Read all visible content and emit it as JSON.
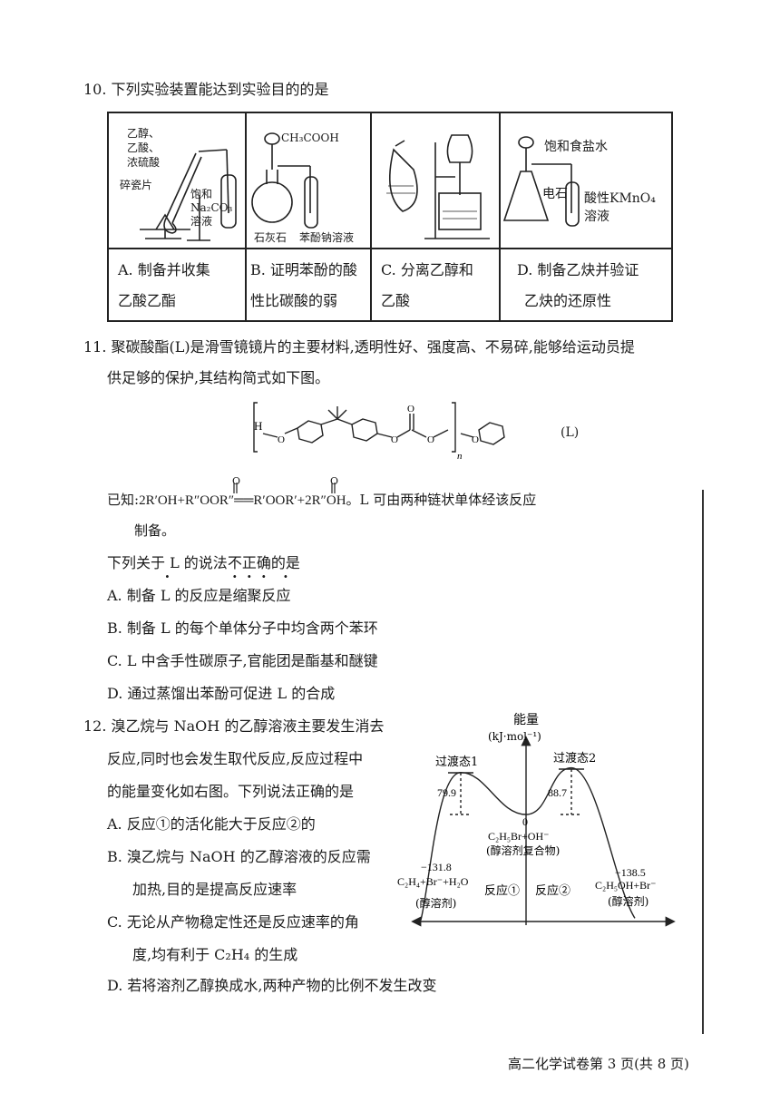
{
  "q10": {
    "stem": "10. 下列实验装置能达到实验目的的是",
    "apparatus": {
      "a": {
        "reagents": [
          "乙醇、",
          "乙酸、",
          "浓硫酸"
        ],
        "chip": "碎瓷片",
        "solution": [
          "饱和",
          "Na₂CO₃",
          "溶液"
        ]
      },
      "b": {
        "top": "CH₃COOH",
        "left": "石灰石",
        "right": "苯酚钠溶液"
      },
      "d": {
        "top": "饱和食盐水",
        "solid": "电石",
        "solution": [
          "酸性KMnO₄",
          "溶液"
        ]
      }
    },
    "captions": [
      [
        "A. 制备并收集",
        "乙酸乙酯"
      ],
      [
        "B. 证明苯酚的酸",
        "性比碳酸的弱"
      ],
      [
        "C. 分离乙醇和",
        "乙酸"
      ],
      [
        "D. 制备乙炔并验证",
        "乙炔的还原性"
      ]
    ]
  },
  "q11": {
    "stem_line1": "11. 聚碳酸酯(L)是滑雪镜镜片的主要材料,透明性好、强度高、不易碎,能够给运动员提",
    "stem_line2": "供足够的保护,其结构简式如下图。",
    "structure_h": "H",
    "structure_o": "O",
    "structure_n": "n",
    "structure_label": "(L)",
    "known_prefix": "已知:",
    "known_eq_left": "2R′OH+R″O",
    "known_eq_mid": "OR″",
    "known_eq_arrow": "══",
    "known_eq_right_a": "R′O",
    "known_eq_right_b": "OR′+2R″OH",
    "carbonyl_o": "O",
    "known_tail": "。L 可由两种链状单体经该反应",
    "known_line2": "制备。",
    "ask_pre": "下列关于 L 的说法",
    "ask_emph": [
      "不",
      "正",
      "确"
    ],
    "ask_post": "的是",
    "options": [
      "A. 制备 L 的反应是缩聚反应",
      "B. 制备 L 的每个单体分子中均含两个苯环",
      "C. L 中含手性碳原子,官能团是酯基和醚键",
      "D. 通过蒸馏出苯酚可促进 L 的合成"
    ]
  },
  "q12": {
    "stem": [
      "12. 溴乙烷与 NaOH 的乙醇溶液主要发生消去",
      "反应,同时也会发生取代反应,反应过程中",
      "的能量变化如右图。下列说法正确的是"
    ],
    "options": {
      "a": "A. 反应①的活化能大于反应②的",
      "b1": "B. 溴乙烷与 NaOH 的乙醇溶液的反应需",
      "b2": "加热,目的是提高反应速率",
      "c1": "C. 无论从产物稳定性还是反应速率的角",
      "c2": "度,均有利于 C₂H₄ 的生成",
      "d": "D. 若将溶剂乙醇换成水,两种产物的比例不发生改变"
    },
    "diagram": {
      "ylabel": "能量",
      "yunit": "(kJ·mol⁻¹)",
      "ts1": "过渡态1",
      "ts2": "过渡态2",
      "ea1": "79.9",
      "ea2": "88.7",
      "zero": "0",
      "center_species": "C₂H₅Br+OH⁻",
      "center_note": "(醇溶剂复合物)",
      "left_value": "−131.8",
      "left_species": "C₂H₄+Br⁻+H₂O",
      "left_note": "(醇溶剂)",
      "right_value": "−138.5",
      "right_species": "C₂H₅OH+Br⁻",
      "right_note": "(醇溶剂)",
      "r1": "反应①",
      "r2": "反应②",
      "chart_data": {
        "type": "line",
        "series": [
          {
            "values": [
              -131.8,
              79.9,
              0,
              88.7,
              -138.5
            ]
          }
        ],
        "categories": [
          "过渡态1",
          "C₂H₅Br+OH⁻",
          "过渡态2"
        ]
      }
    }
  },
  "footer": "高二化学试卷第 3 页(共 8 页)"
}
